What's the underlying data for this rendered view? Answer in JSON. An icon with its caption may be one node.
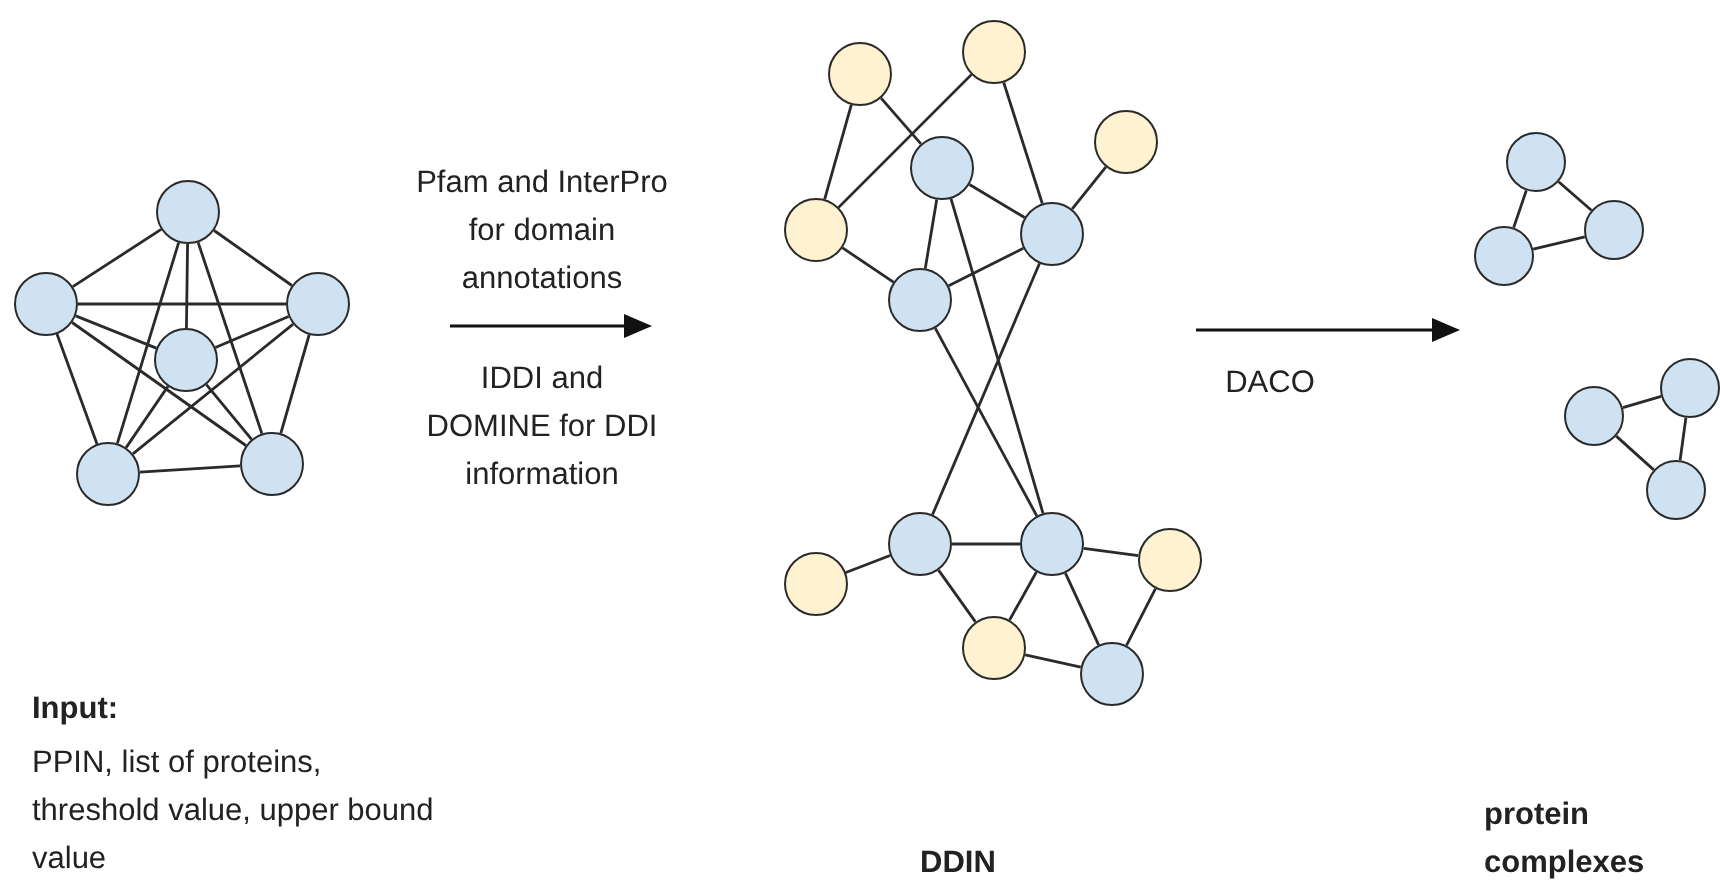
{
  "diagram": {
    "nodes": [
      {
        "text": [],
        "shape": "circle"
      },
      {
        "text": [],
        "shape": "circle"
      },
      {
        "text": [],
        "shape": "circle"
      },
      {
        "text": [],
        "shape": "circle"
      },
      {
        "text": [],
        "shape": "circle"
      },
      {
        "text": [],
        "shape": "circle"
      },
      {
        "text": [],
        "shape": "circle"
      },
      {
        "text": [],
        "shape": "circle"
      },
      {
        "text": [],
        "shape": "circle"
      },
      {
        "text": [],
        "shape": "circle"
      },
      {
        "text": [],
        "shape": "circle"
      },
      {
        "text": [],
        "shape": "circle"
      },
      {
        "text": [],
        "shape": "circle"
      },
      {
        "text": [],
        "shape": "circle"
      },
      {
        "text": [],
        "shape": "circle"
      },
      {
        "text": [],
        "shape": "circle"
      },
      {
        "text": [],
        "shape": "circle"
      },
      {
        "text": [],
        "shape": "circle"
      },
      {
        "text": [],
        "shape": "circle"
      },
      {
        "text": [],
        "shape": "circle"
      },
      {
        "text": [],
        "shape": "circle"
      },
      {
        "text": [],
        "shape": "circle"
      },
      {
        "text": [],
        "shape": "circle"
      },
      {
        "text": [],
        "shape": "circle"
      },
      {
        "text": [],
        "shape": "circle"
      }
    ],
    "edges": [
      {
        "from": 0,
        "to": 1,
        "arrow": "none"
      },
      {
        "from": 0,
        "to": 2,
        "arrow": "none"
      },
      {
        "from": 0,
        "to": 3,
        "arrow": "none"
      },
      {
        "from": 0,
        "to": 4,
        "arrow": "none"
      },
      {
        "from": 0,
        "to": 5,
        "arrow": "none"
      },
      {
        "from": 1,
        "to": 2,
        "arrow": "none"
      },
      {
        "from": 1,
        "to": 3,
        "arrow": "none"
      },
      {
        "from": 1,
        "to": 4,
        "arrow": "none"
      },
      {
        "from": 1,
        "to": 5,
        "arrow": "none"
      },
      {
        "from": 2,
        "to": 3,
        "arrow": "none"
      },
      {
        "from": 2,
        "to": 4,
        "arrow": "none"
      },
      {
        "from": 2,
        "to": 5,
        "arrow": "none"
      },
      {
        "from": 3,
        "to": 4,
        "arrow": "none"
      },
      {
        "from": 3,
        "to": 5,
        "arrow": "none"
      },
      {
        "from": 4,
        "to": 5,
        "arrow": "none"
      },
      {
        "from": 6,
        "to": 10,
        "arrow": "none"
      },
      {
        "from": 6,
        "to": 9,
        "arrow": "none"
      },
      {
        "from": 7,
        "to": 10,
        "arrow": "none"
      },
      {
        "from": 7,
        "to": 11,
        "arrow": "none"
      },
      {
        "from": 8,
        "to": 11,
        "arrow": "none"
      },
      {
        "from": 9,
        "to": 11,
        "arrow": "none"
      },
      {
        "from": 9,
        "to": 12,
        "arrow": "none"
      },
      {
        "from": 10,
        "to": 12,
        "arrow": "none"
      },
      {
        "from": 12,
        "to": 11,
        "arrow": "none"
      },
      {
        "from": 16,
        "to": 13,
        "arrow": "none"
      },
      {
        "from": 13,
        "to": 14,
        "arrow": "none"
      },
      {
        "from": 13,
        "to": 17,
        "arrow": "none"
      },
      {
        "from": 14,
        "to": 17,
        "arrow": "none"
      },
      {
        "from": 14,
        "to": 15,
        "arrow": "none"
      },
      {
        "from": 14,
        "to": 18,
        "arrow": "none"
      },
      {
        "from": 17,
        "to": 18,
        "arrow": "none"
      },
      {
        "from": 15,
        "to": 18,
        "arrow": "none"
      },
      {
        "from": 12,
        "to": 14,
        "arrow": "none"
      },
      {
        "from": 11,
        "to": 13,
        "arrow": "none"
      },
      {
        "from": 9,
        "to": 14,
        "arrow": "none"
      },
      {
        "from": 19,
        "to": 20,
        "arrow": "none"
      },
      {
        "from": 19,
        "to": 21,
        "arrow": "none"
      },
      {
        "from": 20,
        "to": 21,
        "arrow": "none"
      },
      {
        "from": 23,
        "to": 22,
        "arrow": "none"
      },
      {
        "from": 22,
        "to": 24,
        "arrow": "none"
      },
      {
        "from": 23,
        "to": 24,
        "arrow": "none"
      }
    ],
    "labels": [
      "Pfam and InterPro for domain annotations",
      "IDDI and DOMINE for DDI information",
      "DACO",
      "Input:",
      "PPIN, list of proteins, threshold value, upper bound value",
      "DDIN",
      "protein complexes"
    ]
  }
}
